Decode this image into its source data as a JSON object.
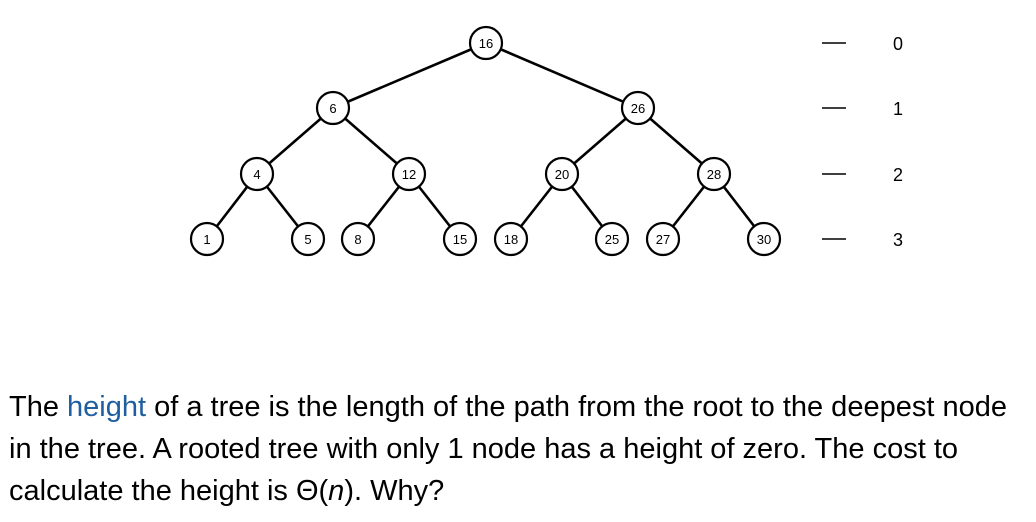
{
  "tree": {
    "nodes": [
      {
        "id": "n16",
        "label": "16",
        "level": 0
      },
      {
        "id": "n6",
        "label": "6",
        "level": 1
      },
      {
        "id": "n26",
        "label": "26",
        "level": 1
      },
      {
        "id": "n4",
        "label": "4",
        "level": 2
      },
      {
        "id": "n12",
        "label": "12",
        "level": 2
      },
      {
        "id": "n20",
        "label": "20",
        "level": 2
      },
      {
        "id": "n28",
        "label": "28",
        "level": 2
      },
      {
        "id": "n1",
        "label": "1",
        "level": 3
      },
      {
        "id": "n5",
        "label": "5",
        "level": 3
      },
      {
        "id": "n8",
        "label": "8",
        "level": 3
      },
      {
        "id": "n15",
        "label": "15",
        "level": 3
      },
      {
        "id": "n18",
        "label": "18",
        "level": 3
      },
      {
        "id": "n25",
        "label": "25",
        "level": 3
      },
      {
        "id": "n27",
        "label": "27",
        "level": 3
      },
      {
        "id": "n30",
        "label": "30",
        "level": 3
      }
    ],
    "edges": [
      [
        "n16",
        "n6"
      ],
      [
        "n16",
        "n26"
      ],
      [
        "n6",
        "n4"
      ],
      [
        "n6",
        "n12"
      ],
      [
        "n26",
        "n20"
      ],
      [
        "n26",
        "n28"
      ],
      [
        "n4",
        "n1"
      ],
      [
        "n4",
        "n5"
      ],
      [
        "n12",
        "n8"
      ],
      [
        "n12",
        "n15"
      ],
      [
        "n20",
        "n18"
      ],
      [
        "n20",
        "n25"
      ],
      [
        "n28",
        "n27"
      ],
      [
        "n28",
        "n30"
      ]
    ],
    "level_labels": [
      "0",
      "1",
      "2",
      "3"
    ]
  },
  "caption": {
    "part1": "The ",
    "term": "height",
    "part2": " of a tree is the length of the path from the root to the deepest node in the tree. A rooted tree with only 1 node has a height of zero. The cost to calculate the height is Θ(",
    "var": "n",
    "part3": "). Why?"
  },
  "colors": {
    "term": "#1f5fa0",
    "ink": "#000000"
  }
}
